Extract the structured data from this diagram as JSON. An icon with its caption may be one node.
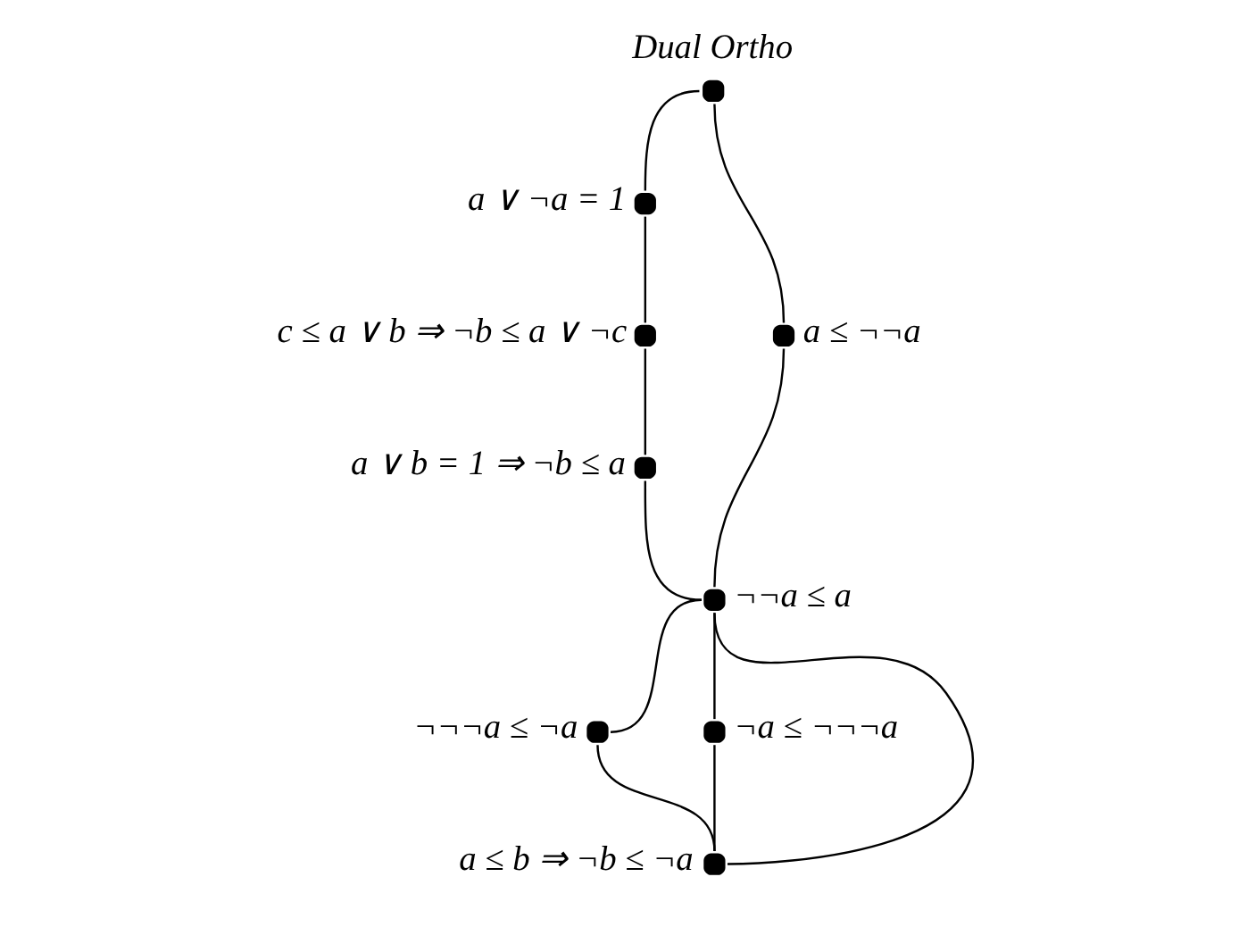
{
  "diagram": {
    "nodes": [
      {
        "text": [],
        "shape": "circle",
        "beside": [
          "Dual Ortho"
        ]
      },
      {
        "text": [],
        "shape": "circle",
        "beside": [
          "a ∨ ¬a = 1"
        ]
      },
      {
        "text": [],
        "shape": "circle",
        "beside": [
          "a ≤ ¬¬a"
        ]
      },
      {
        "text": [],
        "shape": "circle",
        "beside": [
          "c ≤ a ∨ b ⇒ ¬b ≤ a ∨ ¬c"
        ]
      },
      {
        "text": [],
        "shape": "circle",
        "beside": [
          "a ∨ b = 1 ⇒ ¬b ≤ a"
        ]
      },
      {
        "text": [],
        "shape": "circle",
        "beside": [
          "¬¬a ≤ a"
        ]
      },
      {
        "text": [],
        "shape": "circle",
        "beside": [
          "¬¬¬a ≤ ¬a"
        ]
      },
      {
        "text": [],
        "shape": "circle",
        "beside": [
          "¬a ≤ ¬¬¬a"
        ]
      },
      {
        "text": [],
        "shape": "circle",
        "beside": [
          "a ≤ b ⇒ ¬b ≤ ¬a"
        ]
      }
    ],
    "edges": [
      {
        "from": 0,
        "to": 1,
        "arrow": "none"
      },
      {
        "from": 0,
        "to": 2,
        "arrow": "none"
      },
      {
        "from": 1,
        "to": 3,
        "arrow": "none"
      },
      {
        "from": 3,
        "to": 4,
        "arrow": "none"
      },
      {
        "from": 4,
        "to": 5,
        "arrow": "none"
      },
      {
        "from": 2,
        "to": 5,
        "arrow": "none"
      },
      {
        "from": 5,
        "to": 6,
        "arrow": "none"
      },
      {
        "from": 5,
        "to": 7,
        "arrow": "none"
      },
      {
        "from": 5,
        "to": 8,
        "arrow": "none"
      },
      {
        "from": 6,
        "to": 8,
        "arrow": "none"
      },
      {
        "from": 7,
        "to": 8,
        "arrow": "none"
      }
    ]
  }
}
